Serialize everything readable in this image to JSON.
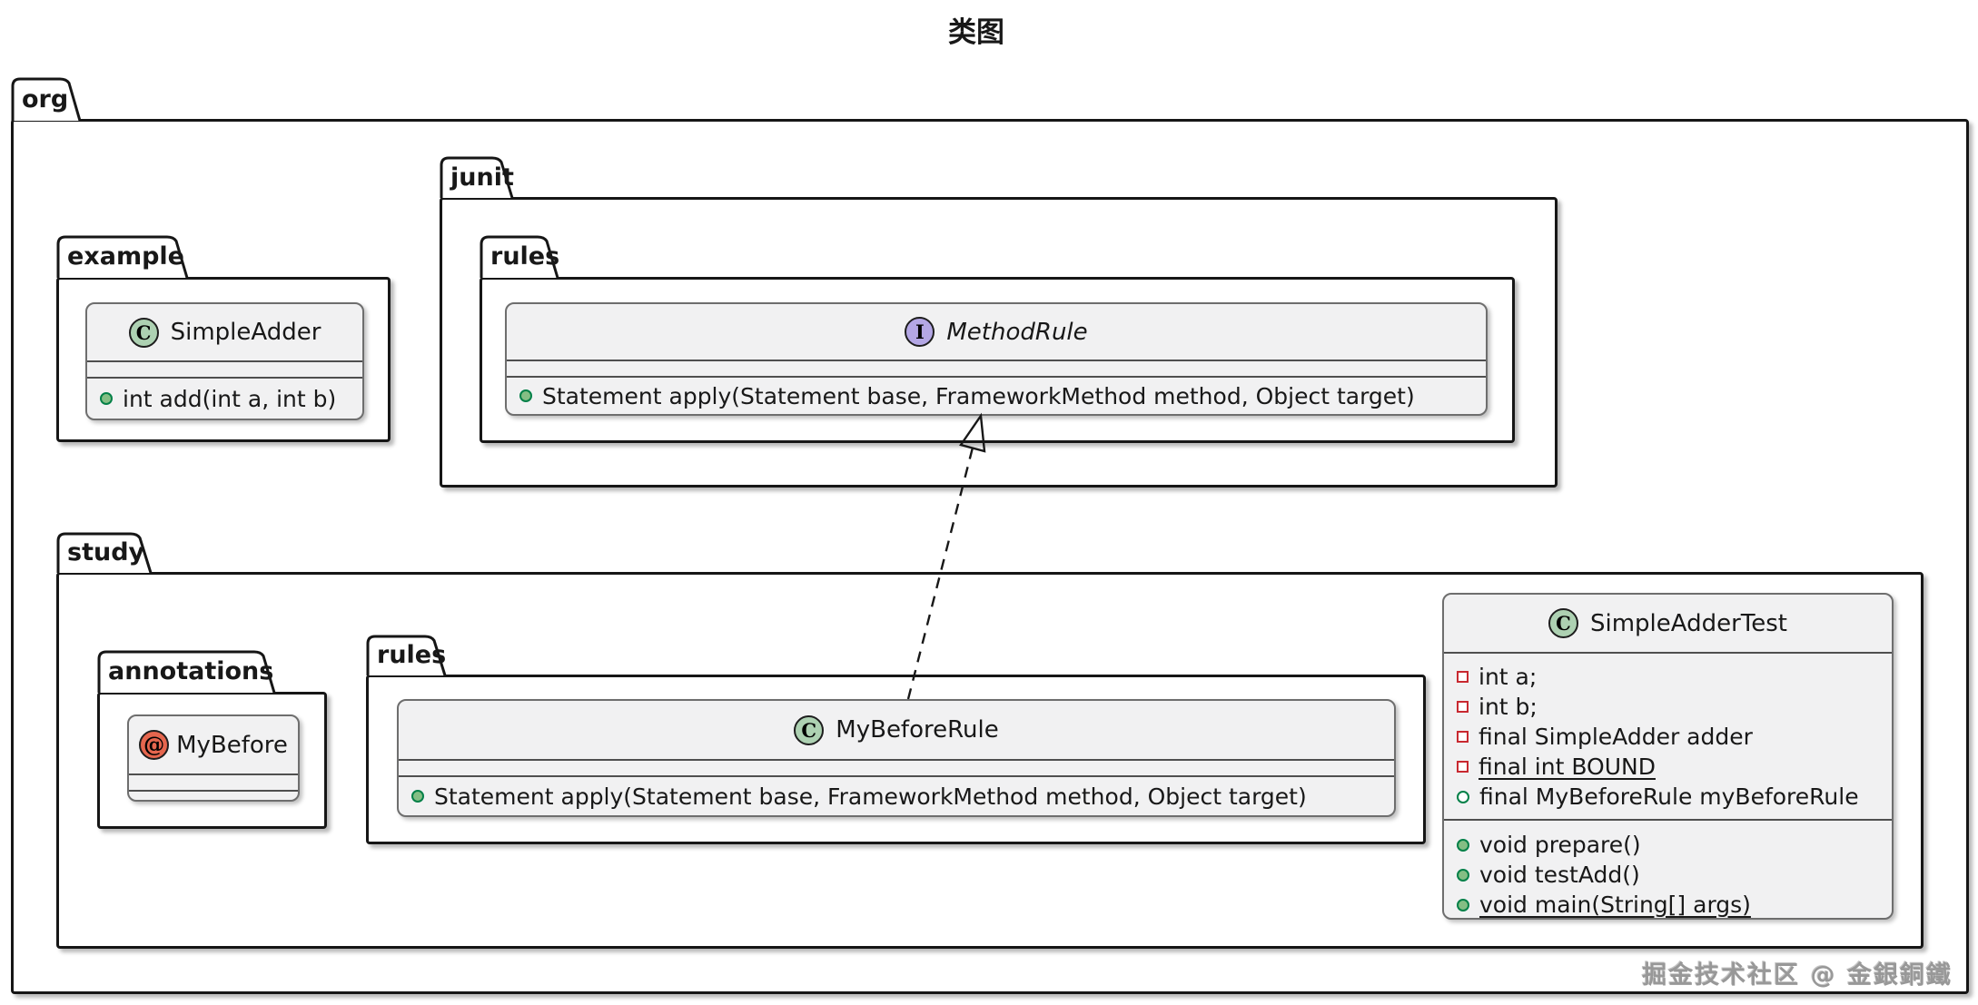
{
  "diagram": {
    "title": "类图",
    "watermark": "掘金技术社区 @ 金銀銅鐵"
  },
  "packages": {
    "org": {
      "label": "org"
    },
    "example": {
      "label": "example"
    },
    "junit": {
      "label": "junit"
    },
    "junit_rules": {
      "label": "rules"
    },
    "study": {
      "label": "study"
    },
    "annotations": {
      "label": "annotations"
    },
    "study_rules": {
      "label": "rules"
    }
  },
  "classes": {
    "simple_adder": {
      "letter": "C",
      "name": "SimpleAdder",
      "method": "int add(int a, int b)"
    },
    "method_rule": {
      "letter": "I",
      "name": "MethodRule",
      "method": "Statement apply(Statement base, FrameworkMethod method, Object target)"
    },
    "my_before": {
      "letter": "@",
      "name": "MyBefore"
    },
    "my_before_rule": {
      "letter": "C",
      "name": "MyBeforeRule",
      "method": "Statement apply(Statement base, FrameworkMethod method, Object target)"
    },
    "simple_adder_test": {
      "letter": "C",
      "name": "SimpleAdderTest",
      "fields": [
        {
          "text": "int a;",
          "visibility": "private"
        },
        {
          "text": "int b;",
          "visibility": "private"
        },
        {
          "text": "final SimpleAdder adder",
          "visibility": "private"
        },
        {
          "text": "final int BOUND",
          "visibility": "private",
          "static": true
        },
        {
          "text": "final MyBeforeRule myBeforeRule",
          "visibility": "public"
        }
      ],
      "methods": [
        {
          "text": "void prepare()",
          "visibility": "public"
        },
        {
          "text": "void testAdd()",
          "visibility": "public"
        },
        {
          "text": "void main(String[] args)",
          "visibility": "public",
          "static": true
        }
      ]
    }
  },
  "relations": [
    {
      "from": "MyBeforeRule",
      "to": "MethodRule",
      "type": "realization",
      "style": "dashed-hollow-triangle"
    }
  ],
  "colors": {
    "class_icon": "#ADD1B2",
    "interface_icon": "#B4A7E5",
    "annotation_icon": "#E5664E",
    "method_dot_fill": "#84BE84",
    "method_dot_border": "#038048",
    "private_square_border": "#C82930",
    "box_fill": "#F1F1F2",
    "package_border": "#161616"
  }
}
